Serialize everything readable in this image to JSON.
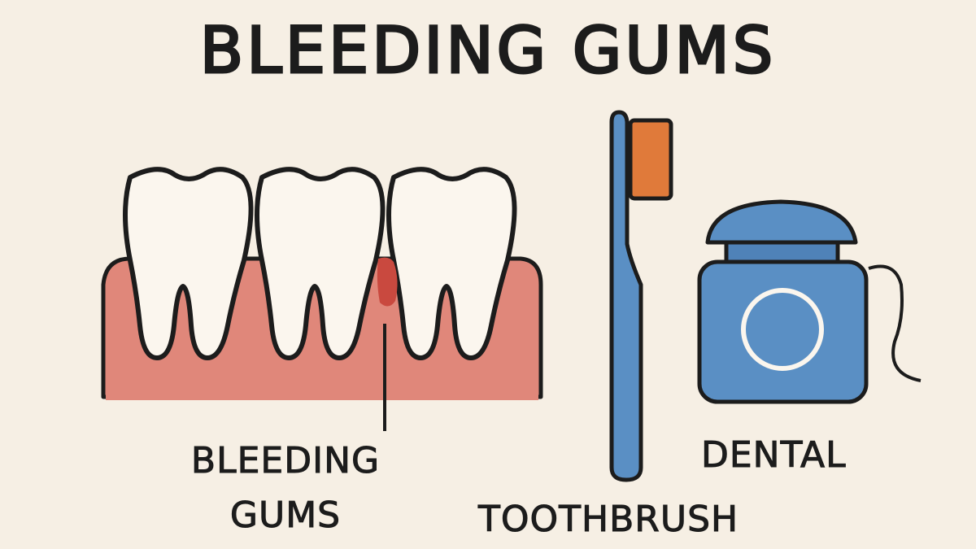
{
  "title": "BLEEDING GUMS",
  "labels": {
    "bleeding_gums_line1": "BLEEDING",
    "bleeding_gums_line2": "GUMS",
    "toothbrush": "TOOTHBRUSH",
    "dental_floss": "DENTAL"
  },
  "illustration": {
    "teeth_count": 3,
    "icons": [
      "teeth-with-gums-icon",
      "bleeding-spot-icon",
      "toothbrush-icon",
      "dental-floss-icon"
    ]
  },
  "colors": {
    "background": "#f6efe4",
    "outline": "#1c1c1c",
    "tooth": "#fbf6ee",
    "gum": "#e0877a",
    "blood": "#c9493f",
    "toothbrush_handle": "#5a8fc4",
    "bristles": "#e07a3a",
    "floss": "#5a8fc4"
  }
}
